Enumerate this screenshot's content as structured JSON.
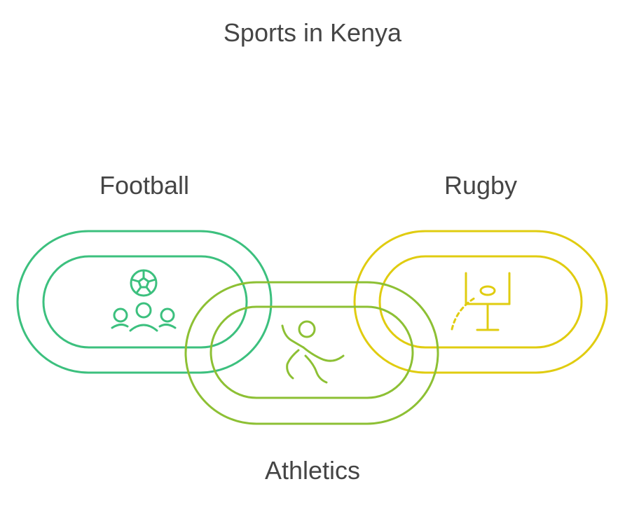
{
  "title": "Sports in Kenya",
  "links": [
    {
      "label": "Football",
      "color": "#3cc07e",
      "icon": "football-team-icon"
    },
    {
      "label": "Athletics",
      "color": "#8dc034",
      "icon": "runner-icon"
    },
    {
      "label": "Rugby",
      "color": "#e0cc10",
      "icon": "rugby-goal-icon"
    }
  ]
}
